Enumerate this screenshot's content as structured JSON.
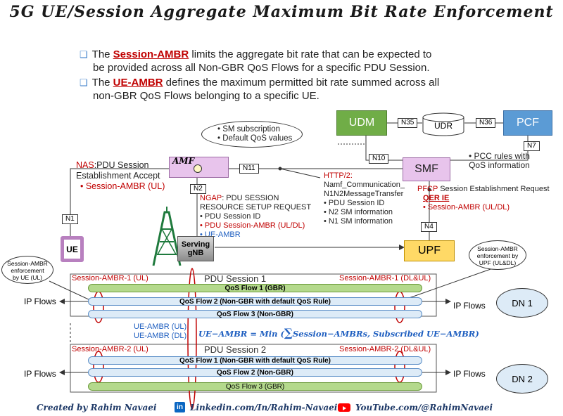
{
  "title": "5G UE/Session Aggregate Maximum Bit Rate Enforcement",
  "bullets": [
    {
      "pre": "The ",
      "term": "Session-AMBR",
      "line1": " limits the aggregate bit rate that can be expected to",
      "line2": "be provided across all Non-GBR QoS Flows for a specific PDU Session."
    },
    {
      "pre": "The ",
      "term": "UE-AMBR",
      "line1": " defines the maximum permitted bit rate summed across all",
      "line2": "non-GBR QoS Flows belonging to a specific UE."
    }
  ],
  "nodes": {
    "udm": "UDM",
    "udr": "UDR",
    "pcf": "PCF",
    "smf": "SMF",
    "amf": "AMF",
    "ue": "UE",
    "gnb_1": "Serving",
    "gnb_2": "gNB",
    "upf": "UPF",
    "dn1": "DN 1",
    "dn2": "DN 2"
  },
  "interfaces": {
    "n35": "N35",
    "n36": "N36",
    "n7": "N7",
    "n10": "N10",
    "n11": "N11",
    "n2": "N2",
    "n1": "N1",
    "n4": "N4"
  },
  "udm_bubble": [
    "• SM subscription",
    "• Default QoS values"
  ],
  "pcf_note": [
    "• PCC rules with",
    "QoS information"
  ],
  "nas": {
    "line1_a": "NAS",
    "line1_b": ":PDU Session",
    "line2": "Establishment Accept",
    "line3": "• Session-AMBR (UL)"
  },
  "http": {
    "l1": "HTTP/2:",
    "l2": "Namf_Communication_",
    "l3": "N1N2MessageTransfer",
    "l4": "• PDU Session ID",
    "l5": "• N2 SM information",
    "l6": "• N1 SM information"
  },
  "pfcp": {
    "l1_a": "PFCP",
    "l1_b": " Session Establishment Request",
    "l2": "QER IE",
    "l3": "• Session-AMBR (UL/DL)"
  },
  "ngap": {
    "l1_a": "NGAP",
    "l1_b": ": PDU SESSION",
    "l2": "RESOURCE SETUP REQUEST",
    "l3": "• PDU Session ID",
    "l4": "• PDU Session-AMBR (UL/DL)",
    "l5": "• UE-AMBR"
  },
  "ue_callout": [
    "Session-AMBR",
    "enforcement",
    "by UE (UL)"
  ],
  "upf_callout": [
    "Session-AMBR",
    "enforcement by",
    "UPF (UL&DL)"
  ],
  "session1": {
    "title": "PDU Session 1",
    "left": "Session-AMBR-1 (UL)",
    "right": "Session-AMBR-1 (DL&UL)",
    "flows": [
      "QoS Flow 1 (GBR)",
      "QoS Flow 2 (Non-GBR with default QoS Rule)",
      "QoS Flow 3 (Non-GBR)"
    ]
  },
  "session2": {
    "title": "PDU Session 2",
    "left": "Session-AMBR-2 (UL)",
    "right": "Session-AMBR-2 (DL&UL)",
    "flows": [
      "QoS Flow 1 (Non-GBR with default QoS Rule)",
      "QoS Flow 2 (Non-GBR)",
      "QoS Flow 3 (GBR)"
    ]
  },
  "ip_flows": "IP Flows",
  "ue_ambr": [
    "UE-AMBR (UL)",
    "UE-AMBR (DL)"
  ],
  "formula": {
    "lhs": "UE−AMBR = Min (",
    "sum": "∑",
    "rhs": "Session−AMBRs, Subscribed UE−AMBR)"
  },
  "footer": {
    "created": "Created by Rahim Navaei",
    "linkedin": "Linkedin.com/In/Rahim-Navaei",
    "youtube": "YouTube.com/@RahimNavaei"
  },
  "colors": {
    "green": "#70ad47",
    "light_green": "#e2efda",
    "violet": "#e8c4ec",
    "amber": "#ffd966",
    "blue": "#5b9bd5",
    "red": "#c00000"
  }
}
